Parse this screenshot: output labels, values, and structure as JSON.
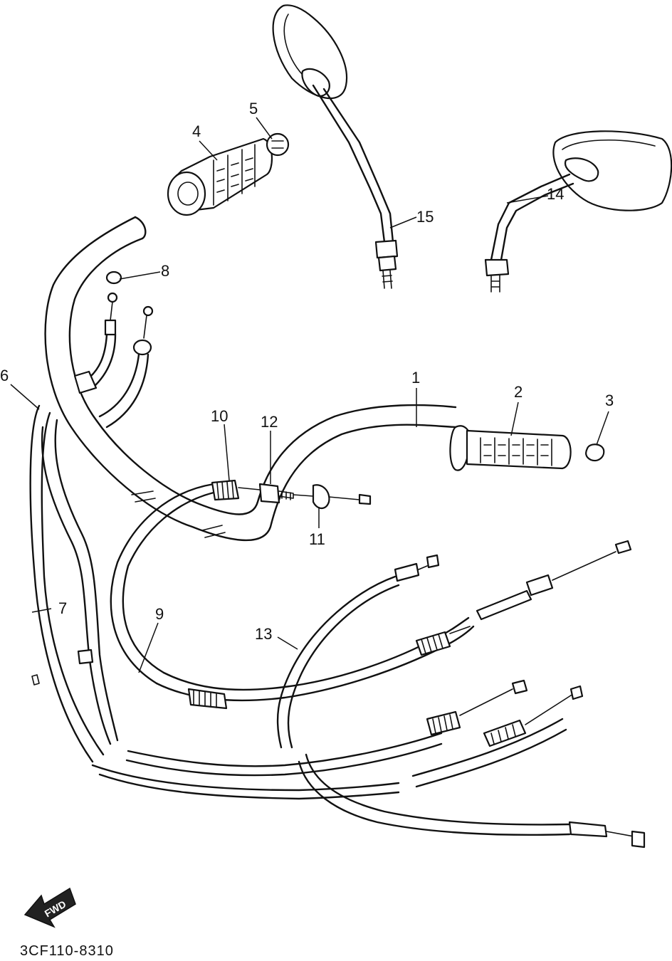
{
  "callouts": {
    "c1": "1",
    "c2": "2",
    "c3": "3",
    "c4": "4",
    "c5": "5",
    "c6": "6",
    "c7": "7",
    "c8": "8",
    "c9": "9",
    "c10": "10",
    "c11": "11",
    "c12": "12",
    "c13": "13",
    "c14": "14",
    "c15": "15"
  },
  "direction_arrow": {
    "label": "FWD"
  },
  "diagram_code": "3CF110-8310",
  "colors": {
    "ink": "#111111",
    "paper": "#ffffff"
  }
}
